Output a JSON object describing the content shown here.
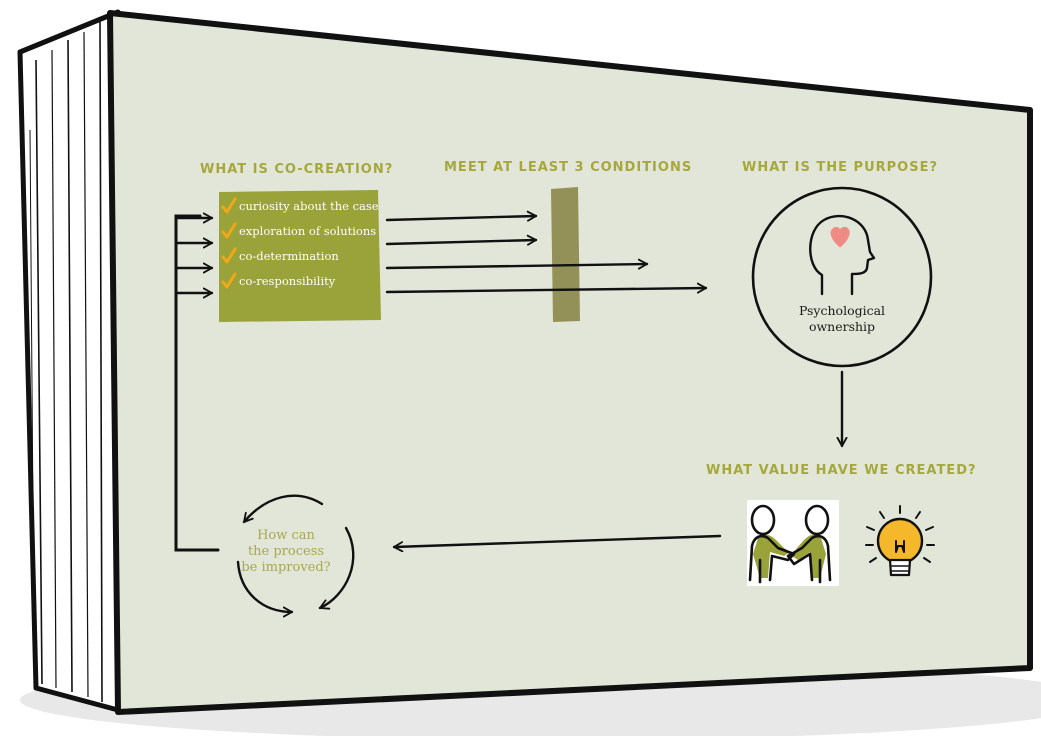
{
  "headings": {
    "what_is": "WHAT IS CO-CREATION?",
    "conditions": "MEET AT LEAST 3 CONDITIONS",
    "purpose": "WHAT IS THE PURPOSE?",
    "value": "WHAT VALUE HAVE WE CREATED?"
  },
  "conditions": [
    "curiosity about the case",
    "exploration of solutions",
    "co-determination",
    "co-responsibility"
  ],
  "purpose": {
    "line1": "Psychological",
    "line2": "ownership"
  },
  "improve": {
    "line1": "How can",
    "line2": "the process",
    "line3": "be improved?"
  },
  "colors": {
    "board": "#e1e6d8",
    "olive": "#9aa33a",
    "heading": "#a6a83c",
    "gate": "#939157",
    "check": "#f0a818",
    "heart": "#f08a84",
    "bulb": "#f5b82a",
    "ink": "#111111"
  },
  "icons": {
    "checkmarks": "check-icon",
    "purpose": "head-with-heart-icon",
    "value_people": "handshake-icon",
    "value_idea": "lightbulb-icon",
    "cycle": "cycle-arrows-icon"
  }
}
